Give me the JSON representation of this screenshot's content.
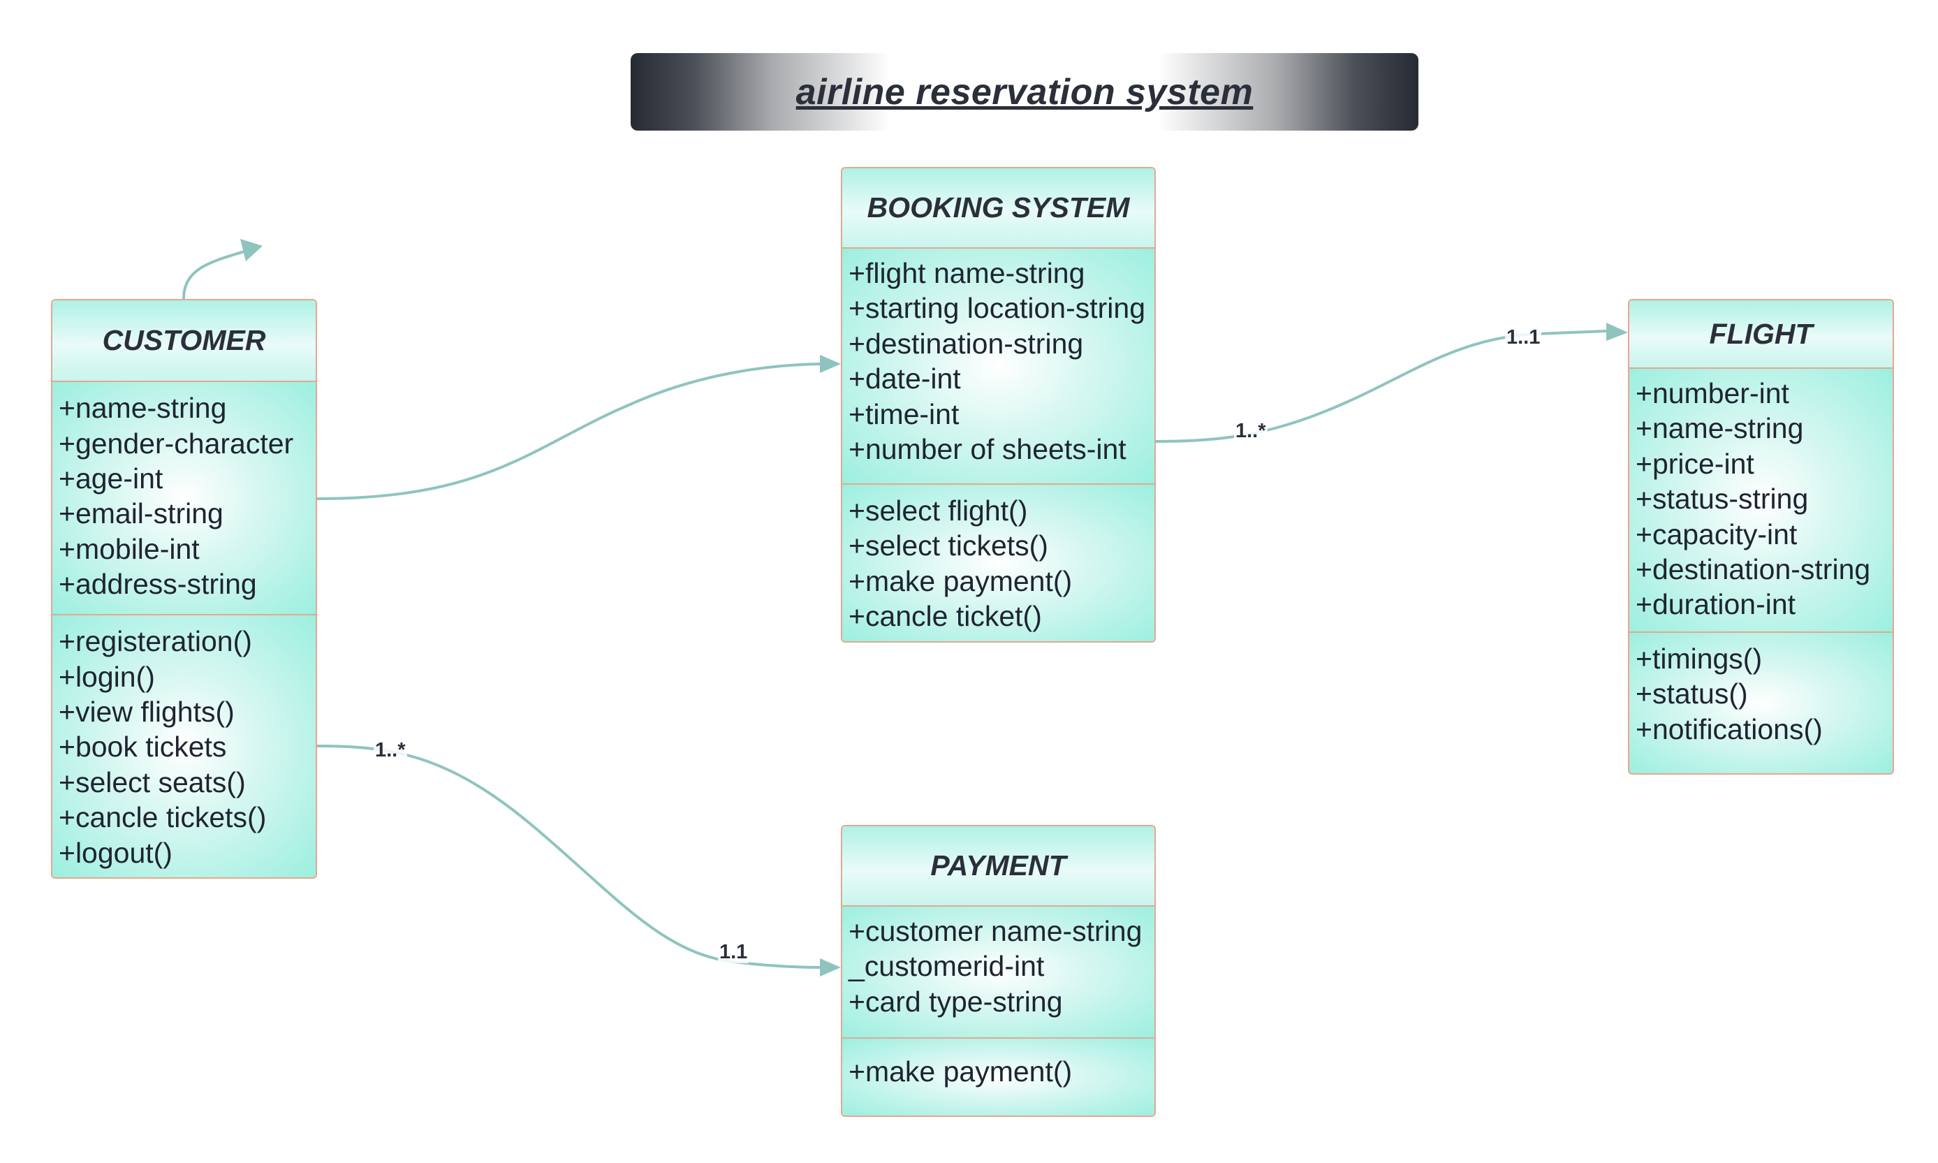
{
  "title": "airline reservation system",
  "classes": {
    "customer": {
      "name": "CUSTOMER",
      "attributes": [
        "+name-string",
        "+gender-character",
        "+age-int",
        "+email-string",
        "+mobile-int",
        "+address-string"
      ],
      "operations": [
        "+registeration()",
        "+login()",
        "+view flights()",
        "+book tickets",
        "+select seats()",
        "+cancle tickets()",
        "+logout()"
      ]
    },
    "booking_system": {
      "name": "BOOKING SYSTEM",
      "attributes": [
        "+flight name-string",
        "+starting location-string",
        "+destination-string",
        "+date-int",
        "+time-int",
        "+number of sheets-int"
      ],
      "operations": [
        "+select flight()",
        "+select tickets()",
        "+make payment()",
        "+cancle ticket()"
      ]
    },
    "flight": {
      "name": "FLIGHT",
      "attributes": [
        "+number-int",
        "+name-string",
        "+price-int",
        "+status-string",
        "+capacity-int",
        "+destination-string",
        "+duration-int"
      ],
      "operations": [
        "+timings()",
        "+status()",
        "+notifications()"
      ]
    },
    "payment": {
      "name": "PAYMENT",
      "attributes": [
        "+customer name-string",
        "_customerid-int",
        "+card type-string"
      ],
      "operations": [
        "+make payment()"
      ]
    }
  },
  "multiplicities": {
    "booking_side": "1..*",
    "flight_side": "1..1",
    "customer_side": "1..*",
    "payment_side": "1.1"
  },
  "colors": {
    "connector": "#8fc4be",
    "class_border": "#e5a88f",
    "class_fill": "#9cefe0",
    "banner_dark": "#262a33"
  }
}
